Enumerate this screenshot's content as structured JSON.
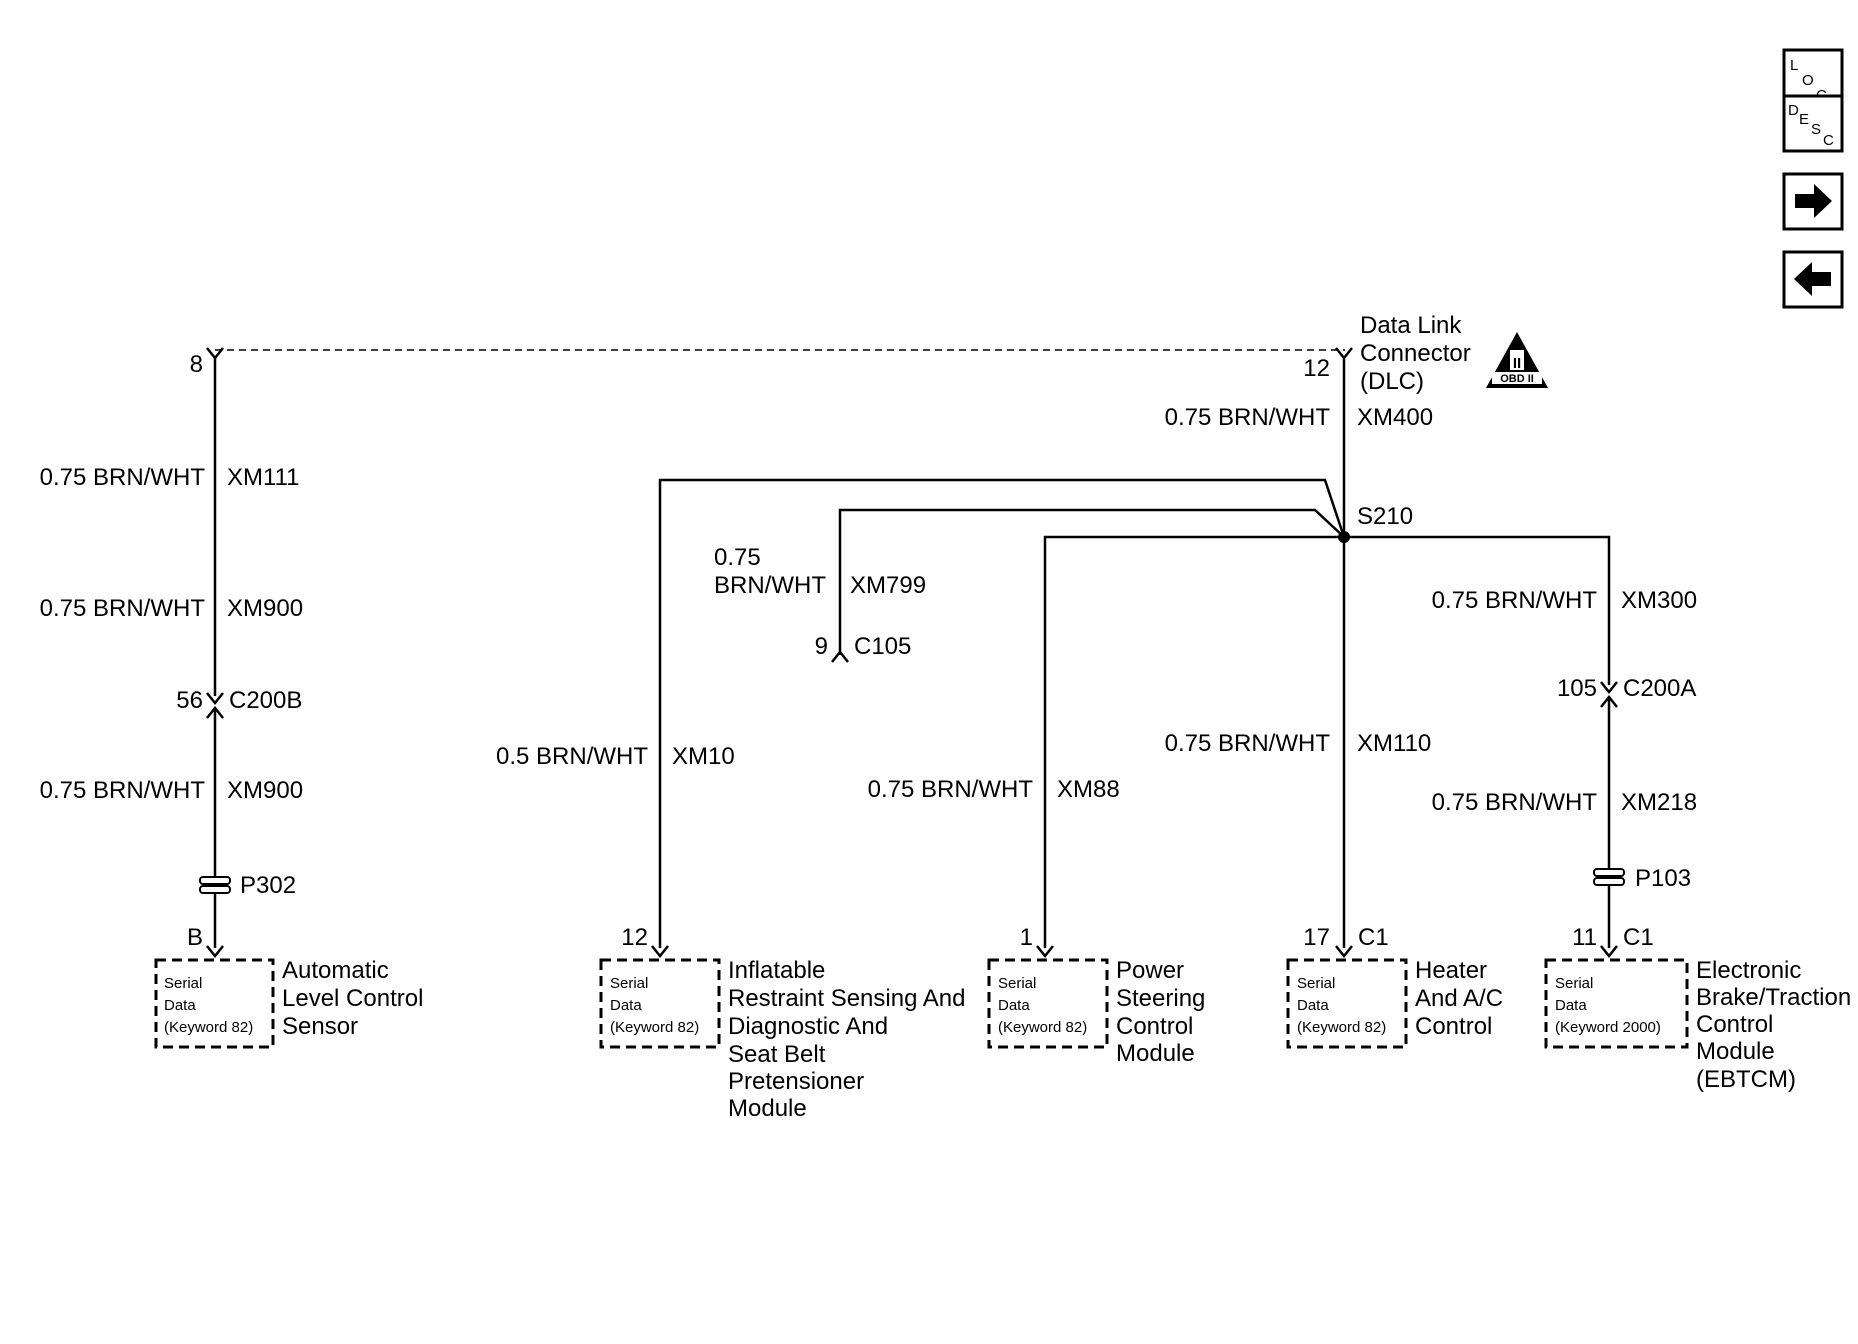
{
  "nav_buttons": [
    {
      "name": "loc",
      "letters": [
        "L",
        "O",
        "C"
      ]
    },
    {
      "name": "desc",
      "letters": [
        "D",
        "E",
        "S",
        "C"
      ]
    },
    {
      "name": "next",
      "symbol": "arrow-right-icon"
    },
    {
      "name": "prev",
      "symbol": "arrow-left-icon"
    }
  ],
  "dlc": {
    "title": [
      "Data Link",
      "Connector",
      "(DLC)"
    ],
    "pin": "12",
    "badge_roman": "II",
    "badge_text": "OBD II"
  },
  "splice": "S210",
  "wires": {
    "xm400": {
      "gauge": "0.75 BRN/WHT",
      "circuit": "XM400"
    },
    "xm111": {
      "gauge": "0.75 BRN/WHT",
      "circuit": "XM111"
    },
    "xm900a": {
      "gauge": "0.75 BRN/WHT",
      "circuit": "XM900"
    },
    "xm900b": {
      "gauge": "0.75 BRN/WHT",
      "circuit": "XM900"
    },
    "xm799": {
      "gauge_line1": "0.75",
      "gauge_line2": "BRN/WHT",
      "circuit": "XM799"
    },
    "xm10": {
      "gauge": "0.5 BRN/WHT",
      "circuit": "XM10"
    },
    "xm88": {
      "gauge": "0.75 BRN/WHT",
      "circuit": "XM88"
    },
    "xm110": {
      "gauge": "0.75 BRN/WHT",
      "circuit": "XM110"
    },
    "xm300": {
      "gauge": "0.75 BRN/WHT",
      "circuit": "XM300"
    },
    "xm218": {
      "gauge": "0.75 BRN/WHT",
      "circuit": "XM218"
    }
  },
  "connectors": {
    "left_top_pin": "8",
    "c200b": {
      "pin": "56",
      "name": "C200B"
    },
    "c105": {
      "pin": "9",
      "name": "C105"
    },
    "c200a": {
      "pin": "105",
      "name": "C200A"
    },
    "p302": "P302",
    "p103": "P103"
  },
  "modules": [
    {
      "pin": "B",
      "connector": "",
      "serial": "Serial",
      "data": "Data",
      "keyword": "(Keyword 82)",
      "name": [
        "Automatic",
        "Level Control",
        "Sensor"
      ]
    },
    {
      "pin": "12",
      "connector": "",
      "serial": "Serial",
      "data": "Data",
      "keyword": "(Keyword 82)",
      "name": [
        "Inflatable",
        "Restraint Sensing And",
        "Diagnostic And",
        "Seat Belt",
        "Pretensioner",
        "Module"
      ]
    },
    {
      "pin": "1",
      "connector": "",
      "serial": "Serial",
      "data": "Data",
      "keyword": "(Keyword 82)",
      "name": [
        "Power",
        "Steering",
        "Control",
        "Module"
      ]
    },
    {
      "pin": "17",
      "connector": "C1",
      "serial": "Serial",
      "data": "Data",
      "keyword": "(Keyword 82)",
      "name": [
        "Heater",
        "And A/C",
        "Control"
      ]
    },
    {
      "pin": "11",
      "connector": "C1",
      "serial": "Serial",
      "data": "Data",
      "keyword": "(Keyword 2000)",
      "name": [
        "Electronic",
        "Brake/Traction",
        "Control",
        "Module",
        "(EBTCM)"
      ]
    }
  ]
}
